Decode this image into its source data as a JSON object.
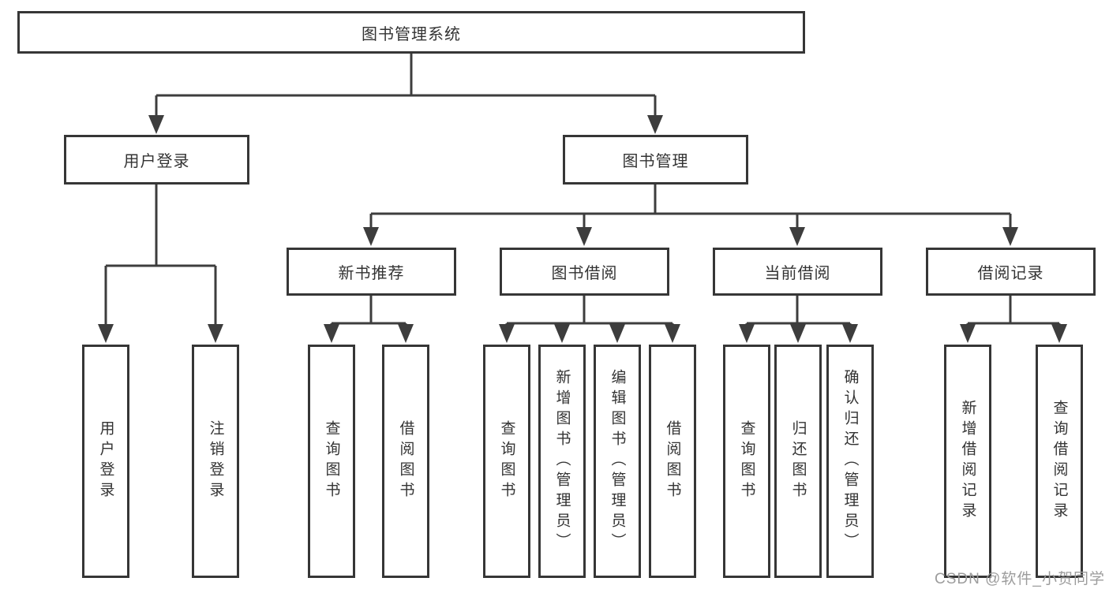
{
  "diagram": {
    "root": "图书管理系统",
    "user_login": {
      "label": "用户登录",
      "children": [
        "用户登录",
        "注销登录"
      ]
    },
    "book_management": {
      "label": "图书管理",
      "sections": [
        {
          "label": "新书推荐",
          "children": [
            "查询图书",
            "借阅图书"
          ]
        },
        {
          "label": "图书借阅",
          "children": [
            "查询图书",
            "新增图书（管理员）",
            "编辑图书（管理员）",
            "借阅图书"
          ]
        },
        {
          "label": "当前借阅",
          "children": [
            "查询图书",
            "归还图书",
            "确认归还（管理员）"
          ]
        },
        {
          "label": "借阅记录",
          "children": [
            "新增借阅记录",
            "查询借阅记录"
          ]
        }
      ]
    }
  },
  "watermark": "CSDN @软件_小贺同学",
  "colors": {
    "line": "#3d3d3d",
    "box_border": "#363636",
    "box_fill": "#ffffff",
    "text": "#333333",
    "watermark": "#9c9c9c",
    "background": "#ffffff"
  }
}
